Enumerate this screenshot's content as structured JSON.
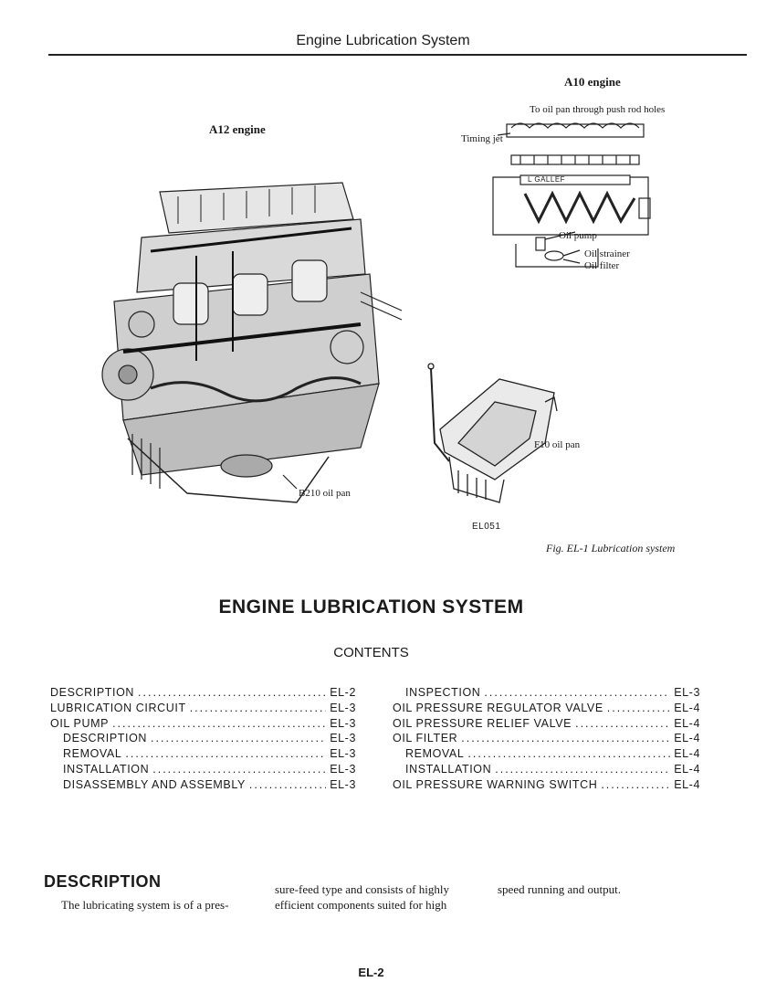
{
  "header": {
    "title": "Engine Lubrication System"
  },
  "figure": {
    "a10_title": "A10 engine",
    "a12_title": "A12 engine",
    "callouts": {
      "push_rod": "To oil pan through push rod holes",
      "timing_jet": "Timing jet",
      "gallery": "L GALLEF",
      "oil_pump": "Oil pump",
      "oil_strainer": "Oil strainer",
      "oil_filter": "Oil filter",
      "f10_pan": "F10 oil pan",
      "b210_pan": "B210 oil pan"
    },
    "code": "EL051",
    "caption": "Fig. EL-1  Lubrication system"
  },
  "main_title": "ENGINE LUBRICATION SYSTEM",
  "contents_heading": "CONTENTS",
  "toc_left": [
    {
      "label": "DESCRIPTION",
      "page": "EL-2",
      "indent": false
    },
    {
      "label": "LUBRICATION CIRCUIT",
      "page": "EL-3",
      "indent": false
    },
    {
      "label": "OIL PUMP",
      "page": "EL-3",
      "indent": false
    },
    {
      "label": "DESCRIPTION",
      "page": "EL-3",
      "indent": true
    },
    {
      "label": "REMOVAL",
      "page": "EL-3",
      "indent": true
    },
    {
      "label": "INSTALLATION",
      "page": "EL-3",
      "indent": true
    },
    {
      "label": "DISASSEMBLY AND ASSEMBLY",
      "page": "EL-3",
      "indent": true
    }
  ],
  "toc_right": [
    {
      "label": "INSPECTION",
      "page": "EL-3",
      "indent": true
    },
    {
      "label": "OIL PRESSURE REGULATOR VALVE",
      "page": "EL-4",
      "indent": false
    },
    {
      "label": "OIL PRESSURE RELIEF VALVE",
      "page": "EL-4",
      "indent": false
    },
    {
      "label": "OIL FILTER",
      "page": "EL-4",
      "indent": false
    },
    {
      "label": "REMOVAL",
      "page": "EL-4",
      "indent": true
    },
    {
      "label": "INSTALLATION",
      "page": "EL-4",
      "indent": true
    },
    {
      "label": "OIL PRESSURE WARNING SWITCH",
      "page": "EL-4",
      "indent": false
    }
  ],
  "description": {
    "heading": "DESCRIPTION",
    "col1": "The lubricating system is of a pres-",
    "col2_line1": "sure-feed type and consists of highly",
    "col2_line2": "efficient components suited for high",
    "col3": "speed running and output."
  },
  "page_number": "EL-2"
}
